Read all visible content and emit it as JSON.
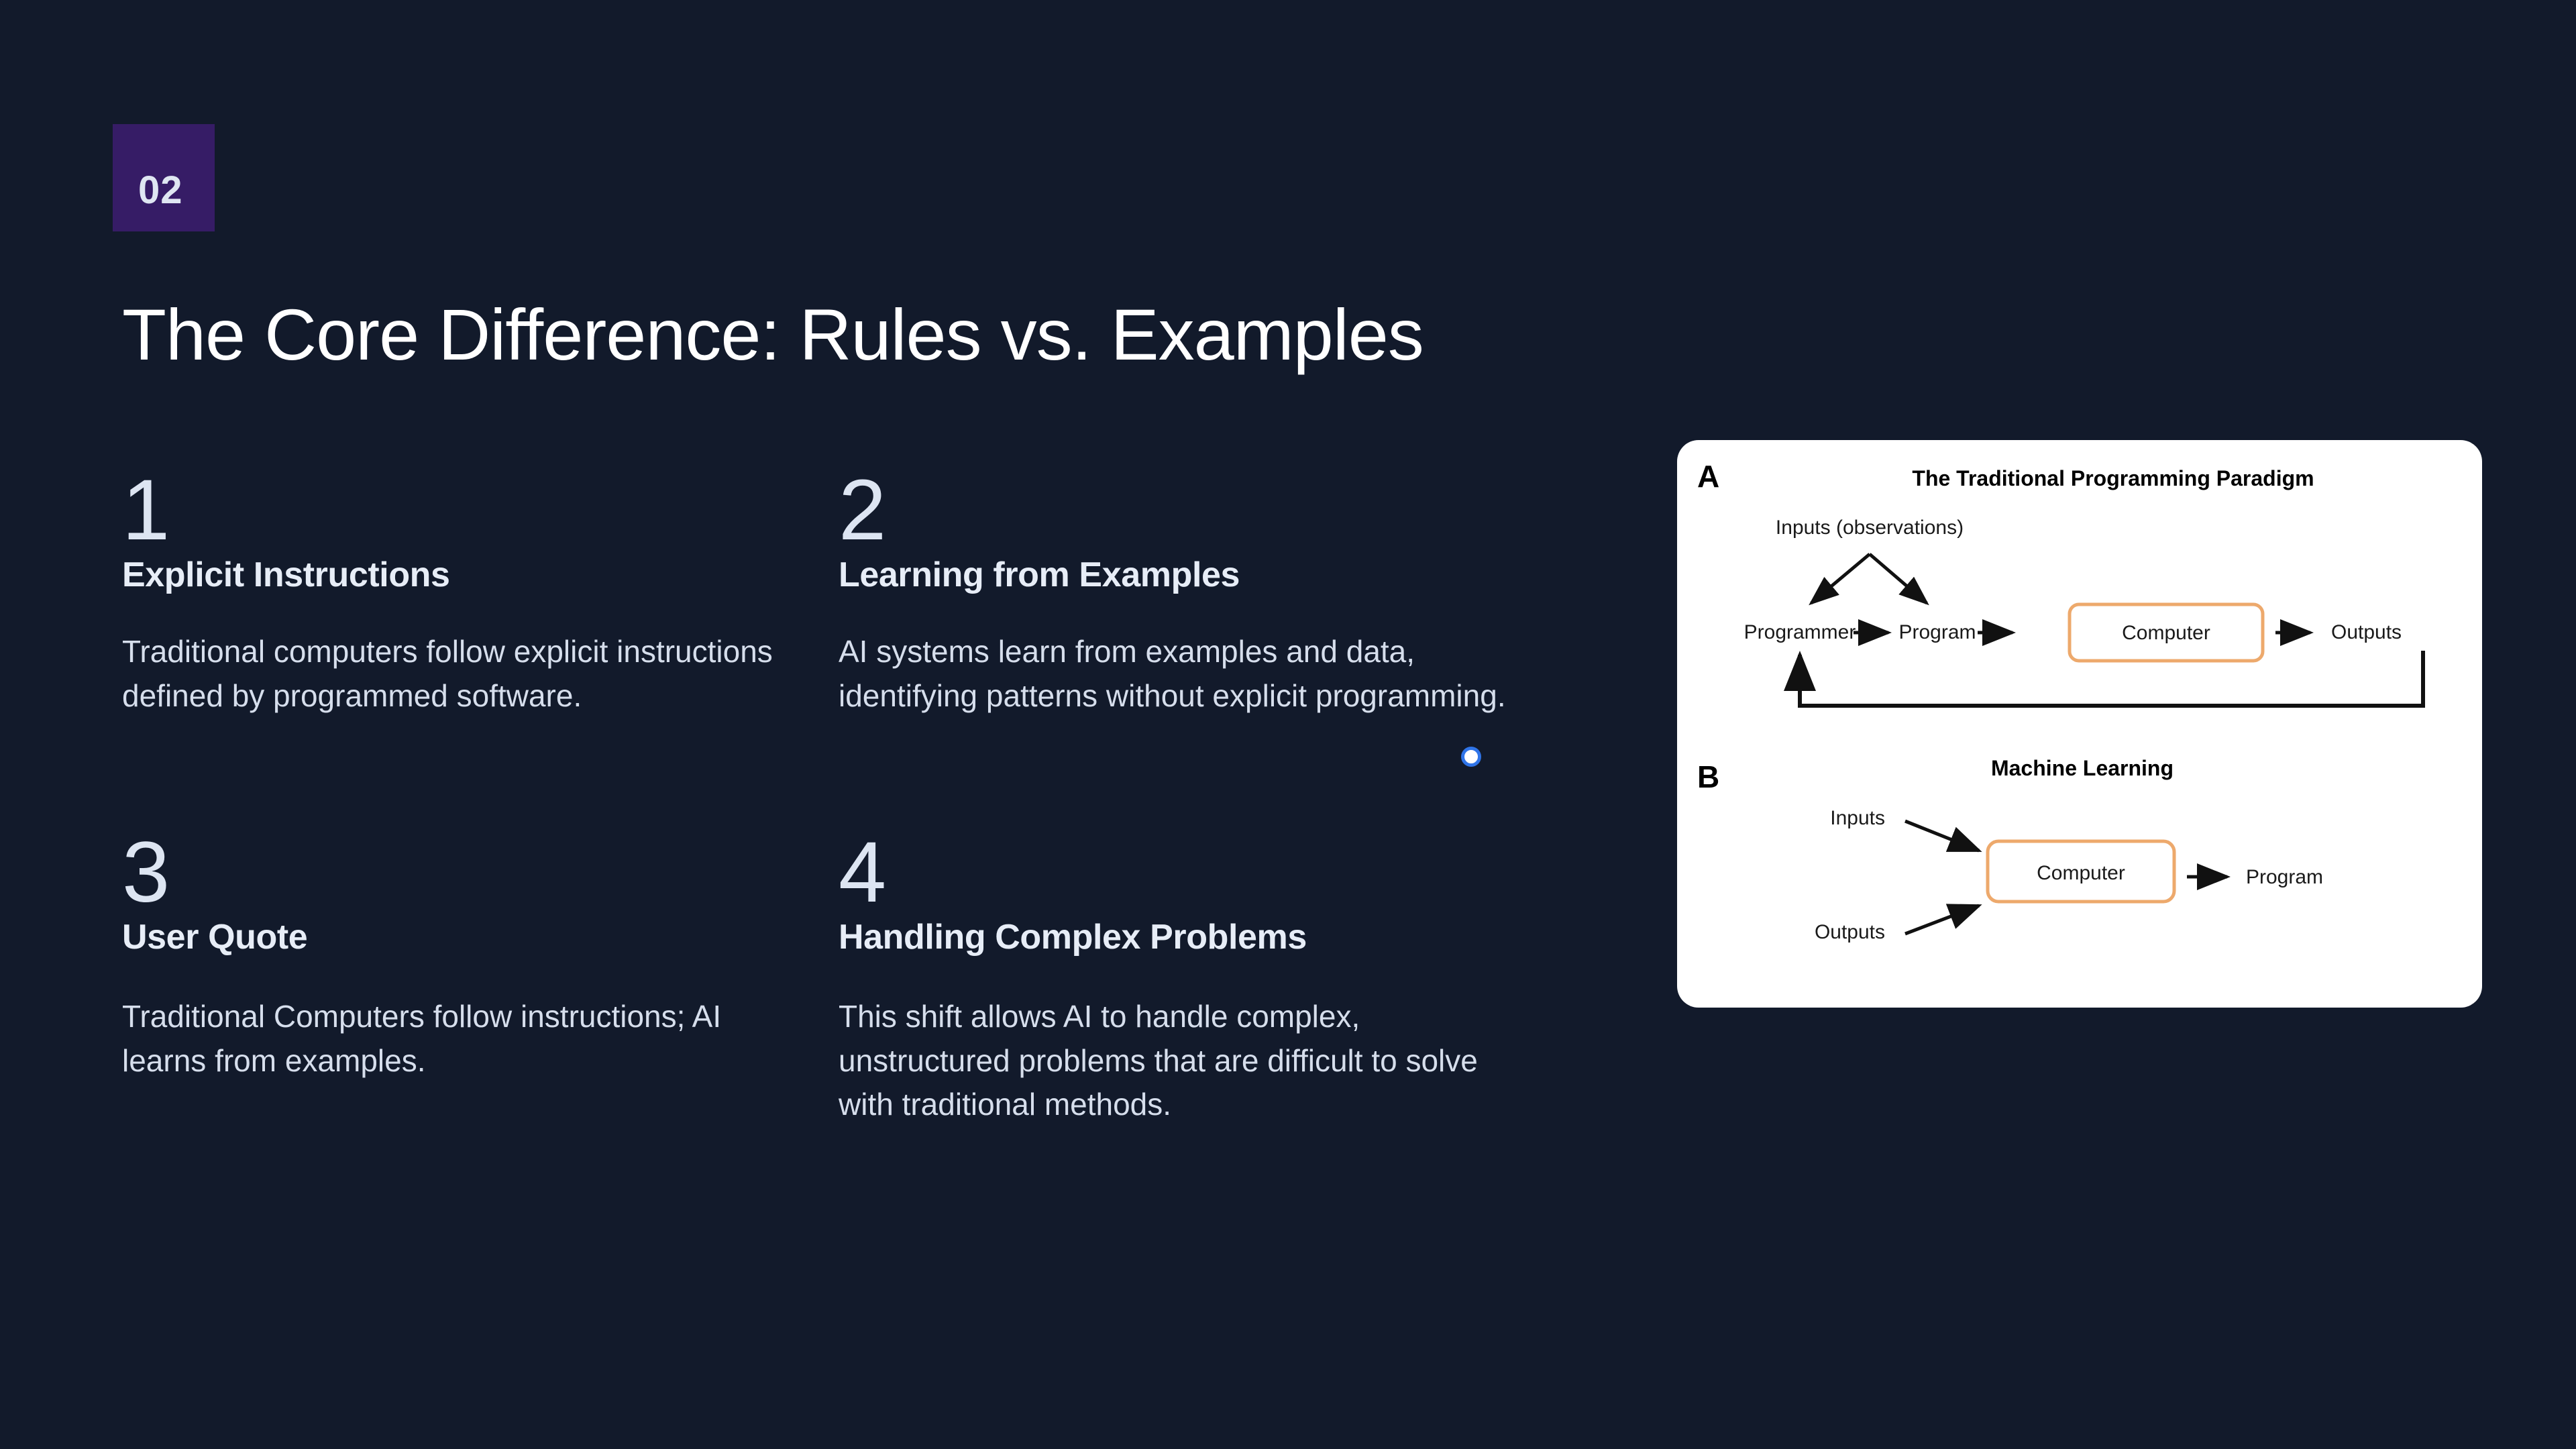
{
  "theme": {
    "background": "#121A2B",
    "badge_bg": "#361C66",
    "title_color": "#FFFFFF",
    "body_color": "#D6DEEC",
    "accent_orange": "#EDA96C",
    "cursor_ring": "#2F74E8",
    "card_bg": "#FFFFFF"
  },
  "slide": {
    "number": "02",
    "title": "The Core Difference: Rules vs. Examples"
  },
  "points": [
    {
      "number": "1",
      "title": "Explicit Instructions",
      "body": "Traditional computers follow explicit instructions defined by programmed software."
    },
    {
      "number": "2",
      "title": "Learning from Examples",
      "body": "AI systems learn from examples and data, identifying patterns without explicit programming."
    },
    {
      "number": "3",
      "title": "User Quote",
      "body": "Traditional Computers follow instructions; AI learns from examples."
    },
    {
      "number": "4",
      "title": "Handling Complex Problems",
      "body": "This shift allows AI to handle complex, unstructured problems that are difficult to solve with traditional methods."
    }
  ],
  "diagram": {
    "panel_a": {
      "letter": "A",
      "title": "The Traditional Programming Paradigm",
      "inputs_label": "Inputs (observations)",
      "nodes": [
        "Programmer",
        "Program",
        "Computer",
        "Outputs"
      ],
      "programmer_label": "Programmer",
      "program_label": "Program",
      "computer_label": "Computer",
      "outputs_label": "Outputs"
    },
    "panel_b": {
      "letter": "B",
      "title": "Machine Learning",
      "inputs_label": "Inputs",
      "outputs_label": "Outputs",
      "computer_label": "Computer",
      "program_label": "Program"
    }
  }
}
